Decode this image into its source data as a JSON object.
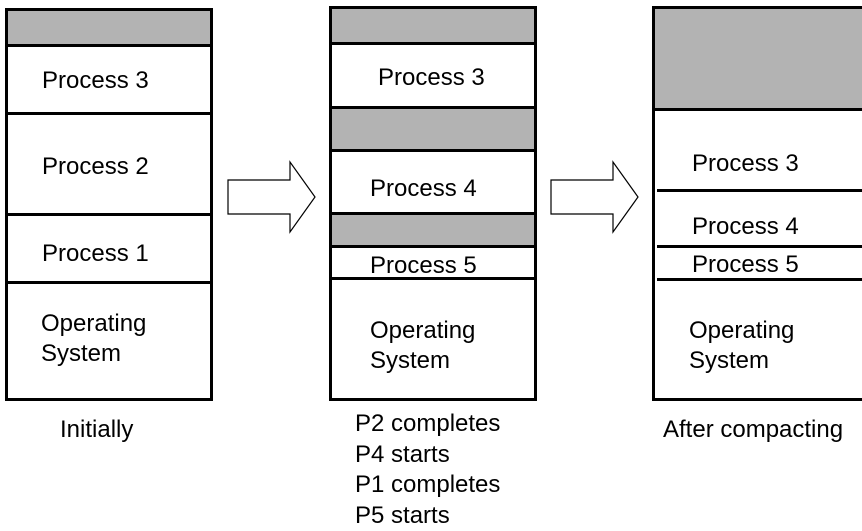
{
  "columns": [
    {
      "blocks": [
        {
          "kind": "free",
          "label": ""
        },
        {
          "kind": "process",
          "label": "Process 3"
        },
        {
          "kind": "process",
          "label": "Process 2"
        },
        {
          "kind": "process",
          "label": "Process 1"
        },
        {
          "kind": "os",
          "label_line1": "Operating",
          "label_line2": "System"
        }
      ],
      "caption": [
        "Initially"
      ]
    },
    {
      "blocks": [
        {
          "kind": "free",
          "label": ""
        },
        {
          "kind": "process",
          "label": "Process 3"
        },
        {
          "kind": "free",
          "label": ""
        },
        {
          "kind": "process",
          "label": "Process 4"
        },
        {
          "kind": "free",
          "label": ""
        },
        {
          "kind": "process",
          "label": "Process 5"
        },
        {
          "kind": "os",
          "label_line1": "Operating",
          "label_line2": "System"
        }
      ],
      "caption": [
        "P2 completes",
        "P4 starts",
        "P1 completes",
        "P5 starts"
      ]
    },
    {
      "blocks": [
        {
          "kind": "free",
          "label": ""
        },
        {
          "kind": "process",
          "label": "Process 3"
        },
        {
          "kind": "process",
          "label": "Process 4"
        },
        {
          "kind": "process",
          "label": "Process 5"
        },
        {
          "kind": "os",
          "label_line1": "Operating",
          "label_line2": "System"
        }
      ],
      "caption": [
        "After compacting"
      ]
    }
  ],
  "colors": {
    "free": "#b3b3b3",
    "border": "#000000",
    "background": "#ffffff"
  }
}
